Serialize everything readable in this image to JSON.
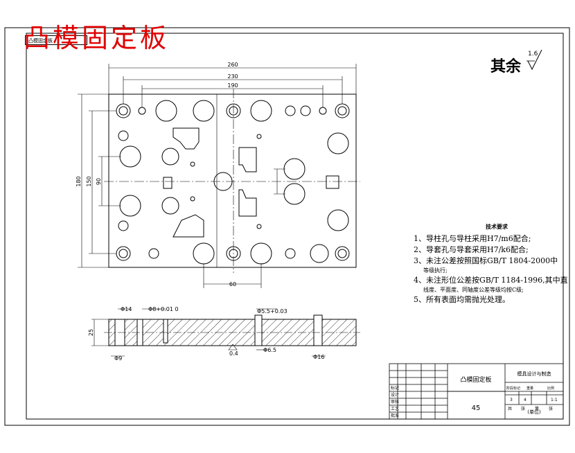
{
  "drawing_title": "凸模固定板",
  "title_tag": "凸模固定板",
  "roughness": {
    "label": "其余",
    "ra": "1.6"
  },
  "top_view_dims": {
    "overall_width": "260",
    "hole_span_1": "230",
    "hole_span_2": "190",
    "overall_height": "180",
    "height_2": "150",
    "height_3": "90",
    "bottom_span": "60"
  },
  "section_dims": {
    "height": "25",
    "d1": "Φ14",
    "d2": "Φ8+0.01 0",
    "d3": "Φ5.5+0.03",
    "d4": "Φ9",
    "d5": "Φ6.5",
    "d6": "Φ16",
    "roughness": "0.4"
  },
  "notes": {
    "header": "技术要求",
    "items": [
      "1、导柱孔与导柱采用H7/m6配合;",
      "2、导套孔与导套采用H7/k6配合;",
      "3、未注公差按照国标GB/T 1804-2000中",
      "等级执行;",
      "4、未注形位公差按GB/T 1184-1996,其中直",
      "线度、平面度、同轴度公差等级均按C级;",
      "5、所有表面均需抛光处理。"
    ]
  },
  "title_block": {
    "part_name": "凸模固定板",
    "material": "45",
    "school": "模具设计与制造",
    "company": "(单位)",
    "rows": [
      "标记",
      "设计",
      "审核",
      "工艺",
      "批准"
    ],
    "scale_labels": [
      "阶段标记",
      "重量",
      "比例"
    ],
    "scale_values": [
      "3",
      "4",
      "1:1"
    ],
    "sheet": [
      "共",
      "张",
      "第",
      "张"
    ]
  },
  "colors": {
    "line": "#000000",
    "title": "#e00000",
    "centerline": "#000000"
  }
}
